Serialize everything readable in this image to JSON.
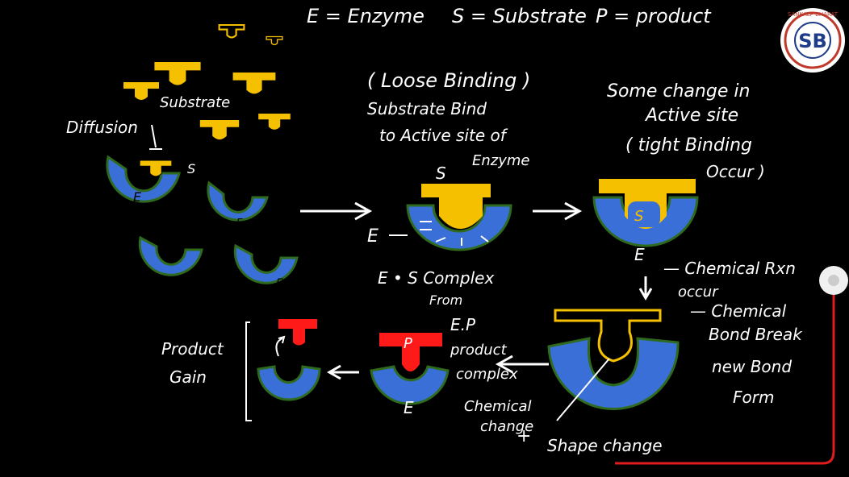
{
  "legend": {
    "enzyme": "E = Enzyme",
    "substrate": "S = Substrate",
    "product": "P = product"
  },
  "labels": {
    "substrate": "Substrate",
    "diffusion": "Diffusion",
    "s_small": "S",
    "e_letter": "E",
    "loose_binding": "( Loose Binding )",
    "loose_line1": "Substrate Bind",
    "loose_line2": "to Active site of",
    "loose_line3": "Enzyme",
    "s_label2": "S",
    "e_arrow": "E",
    "es_complex": "E • S Complex",
    "es_from": "From",
    "some_change_1": "Some change in",
    "some_change_2": "Active site",
    "tight_1": "( tight Binding",
    "tight_2": "Occur )",
    "s_in_enzyme": "S",
    "e_in_enzyme3": "E",
    "chem_rxn_1": "— Chemical Rxn",
    "chem_rxn_2": "occur",
    "chem_bond_1": "— Chemical",
    "chem_bond_2": "Bond Break",
    "new_bond_1": "new Bond",
    "new_bond_2": "Form",
    "shape_change": "Shape change",
    "chemical_change_1": "Chemical",
    "chemical_change_2": "change",
    "chemical_change_3": "+",
    "ep_complex_1": "E.P",
    "ep_complex_2": "product",
    "ep_complex_3": "complex",
    "p_letter": "P",
    "e_in_ep": "E",
    "product_gain_1": "Product",
    "product_gain_2": "Gain"
  },
  "logo": {
    "ring_text": "SANKALP BHARAT",
    "mark": "SB"
  },
  "colors": {
    "enzyme_blue": "#3a6fd8",
    "enzyme_edge": "#2f6b1f",
    "substrate_yellow": "#f5c000",
    "product_red": "#ff1a1a",
    "background": "#000000"
  }
}
